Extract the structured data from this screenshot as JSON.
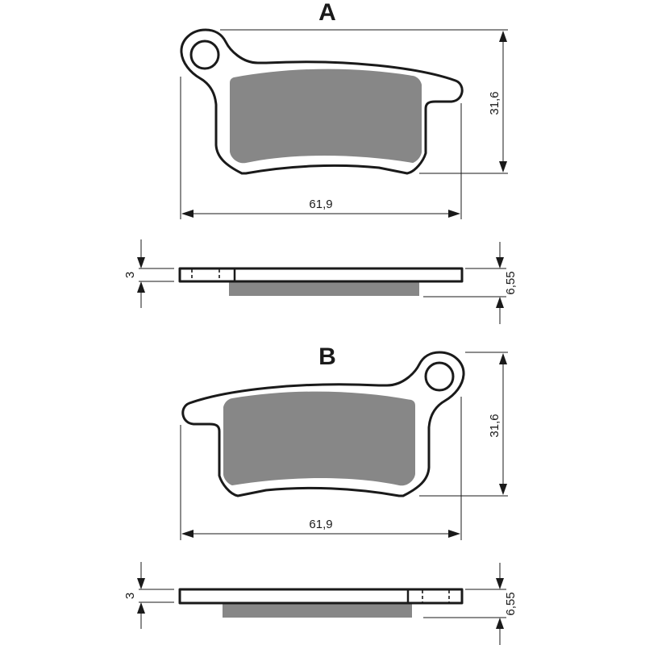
{
  "views": {
    "a": {
      "label": "A",
      "height_dim": "31,6",
      "width_dim": "61,9",
      "thickness_plate": "3",
      "thickness_total": "6,55"
    },
    "b": {
      "label": "B",
      "height_dim": "31,6",
      "width_dim": "61,9",
      "thickness_plate": "3",
      "thickness_total": "6,55"
    }
  },
  "colors": {
    "outline": "#1a1a1a",
    "friction_material": "#878787",
    "background": "#ffffff"
  }
}
